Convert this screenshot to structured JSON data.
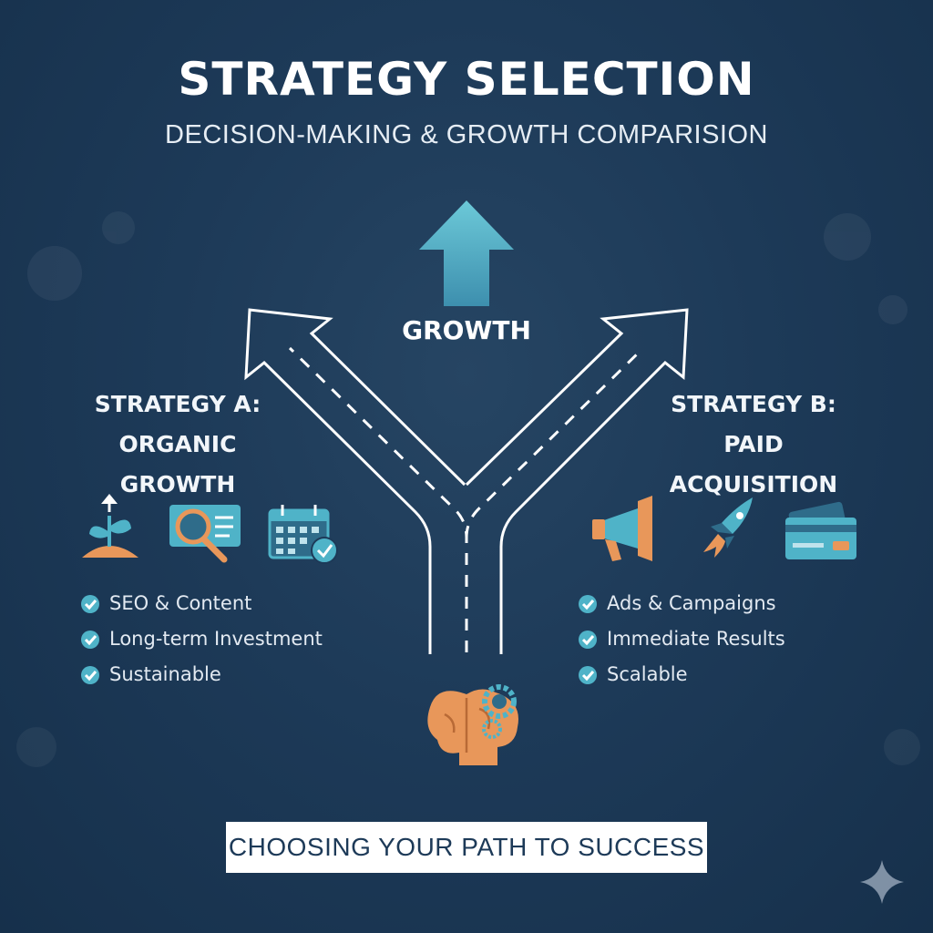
{
  "header": {
    "title": "STRATEGY SELECTION",
    "subtitle": "DECISION-MAKING & GROWTH COMPARISION"
  },
  "center": {
    "growth_label": "GROWTH",
    "decision_icon": "brain-gears-icon"
  },
  "strategy_a": {
    "heading_line1": "STRATEGY A:",
    "heading_line2": "ORGANIC GROWTH",
    "icons": [
      "seedling-growth-icon",
      "magnifier-document-icon",
      "calendar-check-icon"
    ],
    "items": [
      "SEO & Content",
      "Long-term Investment",
      "Sustainable"
    ]
  },
  "strategy_b": {
    "heading_line1": "STRATEGY B:",
    "heading_line2": "PAID ACQUISITION",
    "icons": [
      "megaphone-icon",
      "rocket-icon",
      "credit-card-icon"
    ],
    "items": [
      "Ads & Campaigns",
      "Immediate Results",
      "Scalable"
    ]
  },
  "footer": {
    "banner": "CHOOSING YOUR PATH TO SUCCESS"
  },
  "colors": {
    "background": "#1d3a58",
    "accent_teal": "#4fb3c8",
    "accent_orange": "#e8975a",
    "text_light": "#ffffff"
  }
}
